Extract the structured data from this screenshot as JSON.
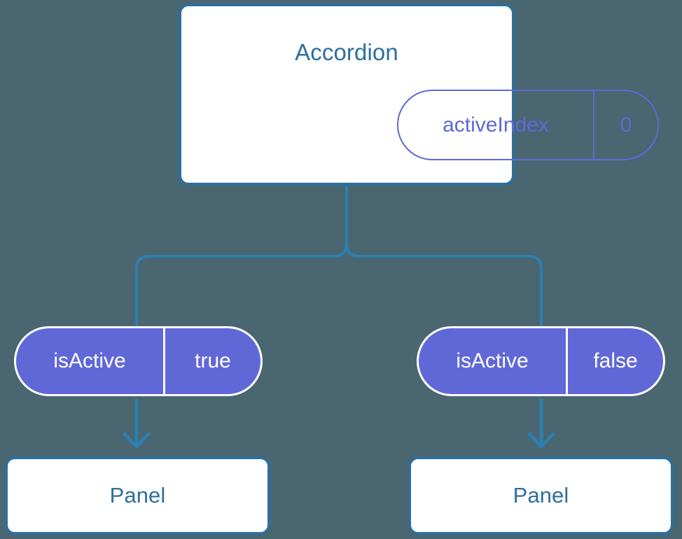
{
  "diagram": {
    "title": "Accordion component state tree",
    "background_color": "#4a6670",
    "colors": {
      "box_border": "#2d6f9e",
      "box_fill": "#ffffff",
      "title_text": "#2d6f9e",
      "pill_purple": "#6068d8",
      "pill_text_on_fill": "#ffffff",
      "connector": "#2d7fae",
      "arrow": "#2d7fae"
    }
  },
  "root": {
    "label": "Accordion",
    "prop": {
      "key": "activeIndex",
      "value": "0"
    }
  },
  "branches": [
    {
      "side": "left",
      "prop": {
        "key": "isActive",
        "value": "true"
      },
      "child": {
        "label": "Panel"
      }
    },
    {
      "side": "right",
      "prop": {
        "key": "isActive",
        "value": "false"
      },
      "child": {
        "label": "Panel"
      }
    }
  ]
}
